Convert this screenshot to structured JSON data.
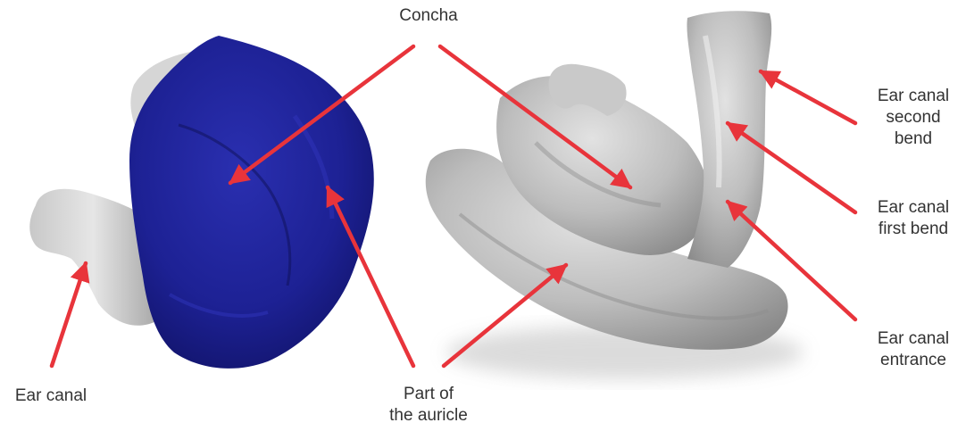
{
  "labels": {
    "concha": "Concha",
    "ear_canal": "Ear canal",
    "auricle": [
      "Part of",
      "the auricle"
    ],
    "second_bend": [
      "Ear canal",
      "second",
      "bend"
    ],
    "first_bend": [
      "Ear canal",
      "first bend"
    ],
    "entrance": [
      "Ear canal",
      "entrance"
    ]
  },
  "colors": {
    "arrow": "#e8343b",
    "impression_blue": "#1c1f8c",
    "model_grey": "#b9b9b9",
    "text": "#333333"
  }
}
